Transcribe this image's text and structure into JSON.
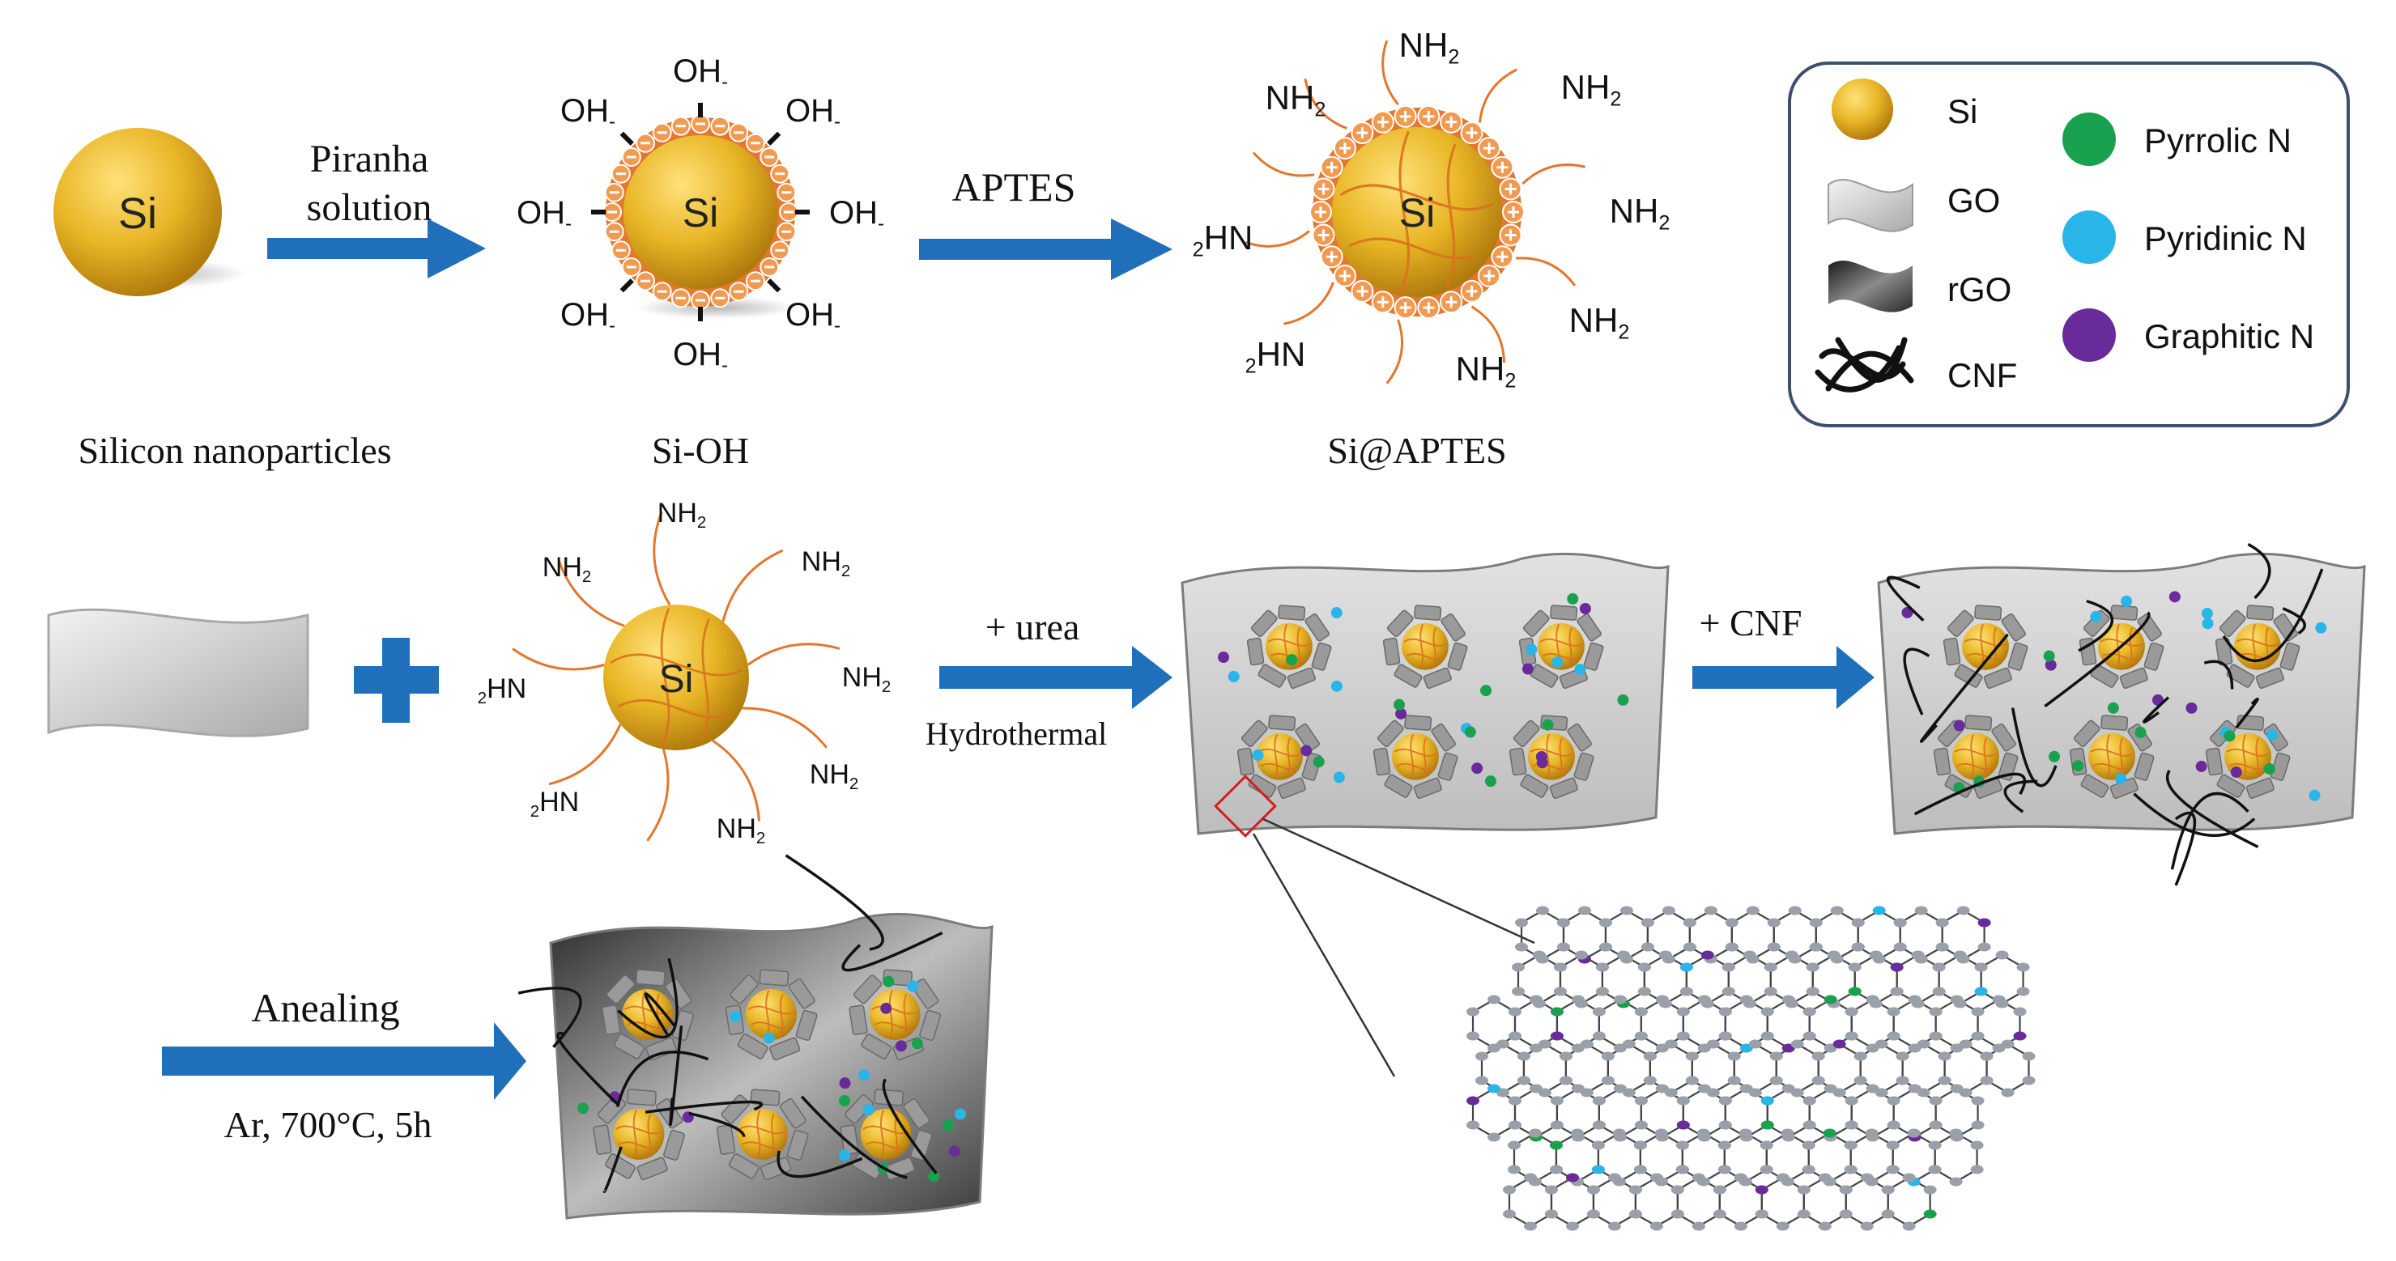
{
  "row1": {
    "si_label": "Si",
    "step1_line1": "Piranha",
    "step1_line2": "solution",
    "step2": "APTES",
    "caption_np": "Silicon nanoparticles",
    "caption_sioh": "Si-OH",
    "caption_aptes": "Si@APTES",
    "oh": "OH",
    "nh2": "NH",
    "hn": "HN",
    "sub2": "2"
  },
  "row2": {
    "step_urea": "+ urea",
    "step_hydro": "Hydrothermal",
    "step_cnf": "+ CNF"
  },
  "row3": {
    "step_anneal": "Anealing",
    "step_cond": "Ar, 700°C, 5h"
  },
  "legend": {
    "items": [
      "Si",
      "GO",
      "rGO",
      "CNF",
      "Pyrrolic N",
      "Pyridinic N",
      "Graphitic N"
    ]
  },
  "colors": {
    "arrow": "#1f6fba",
    "si": "#e8b525",
    "shell": "#e3772d",
    "pyrrolic": "#1aa150",
    "pyridinic": "#2ab5e8",
    "graphitic": "#6a2b9a",
    "go": "#c9c9c9",
    "node": "#9aa0aa"
  }
}
